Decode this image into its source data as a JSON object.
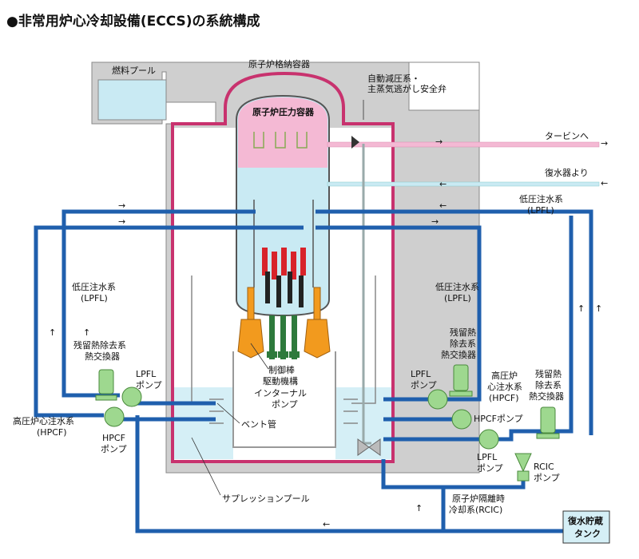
{
  "title": "●非常用炉心冷却設備(ECCS)の系統構成",
  "labels": {
    "fuel_pool": "燃料プール",
    "containment": "原子炉格納容器",
    "pressure_vessel": "原子炉圧力容器",
    "relief_valve_1": "自動減圧系・",
    "relief_valve_2": "主蒸気逃がし安全弁",
    "to_turbine": "タービンへ",
    "from_condenser": "復水器より",
    "lpfl_upper_1": "低圧注水系",
    "lpfl_upper_2": "(LPFL)",
    "lpfl_left_1": "低圧注水系",
    "lpfl_left_2": "(LPFL)",
    "lpfl_right_1": "低圧注水系",
    "lpfl_right_2": "(LPFL)",
    "rhr_left_1": "残留熱除去系",
    "rhr_left_2": "熱交換器",
    "rhr_right_1": "残留熱",
    "rhr_right_2": "除去系",
    "rhr_right_3": "熱交換器",
    "rhr_far_1": "残留熱",
    "rhr_far_2": "除去系",
    "rhr_far_3": "熱交換器",
    "lpfl_pump_left_1": "LPFL",
    "lpfl_pump_left_2": "ポンプ",
    "lpfl_pump_right_1": "LPFL",
    "lpfl_pump_right_2": "ポンプ",
    "lpfl_pump_low_1": "LPFL",
    "lpfl_pump_low_2": "ポンプ",
    "hpcf_left_1": "高圧炉心注水系",
    "hpcf_left_2": "(HPCF)",
    "hpcf_pump_left_1": "HPCF",
    "hpcf_pump_left_2": "ポンプ",
    "hpcf_right_1": "高圧炉",
    "hpcf_right_2": "心注水系",
    "hpcf_right_3": "(HPCF)",
    "hpcf_pump_right": "HPCFポンプ",
    "rod_drive_1": "制御棒",
    "rod_drive_2": "駆動機構",
    "internal_pump_1": "インターナル",
    "internal_pump_2": "ポンプ",
    "vent_pipe": "ベント管",
    "suppression_pool": "サプレッションプール",
    "rcic_pump_1": "RCIC",
    "rcic_pump_2": "ポンプ",
    "rcic_1": "原子炉隔離時",
    "rcic_2": "冷却系(RCIC)",
    "cst_1": "復水貯蔵",
    "cst_2": "タンク"
  },
  "colors": {
    "pipe_blue": "#1f5fad",
    "containment_red": "#c8326e",
    "steam_pink": "#f4b9d4",
    "water_blue": "#c9eaf3",
    "pool_blue": "#d5eff6",
    "concrete_gray": "#cfcfcf",
    "pump_green": "#9ed88f",
    "pump_orange": "#f29a1e",
    "rod_red": "#d8232a",
    "rod_black": "#222222",
    "rod_green": "#2e7a3c"
  }
}
